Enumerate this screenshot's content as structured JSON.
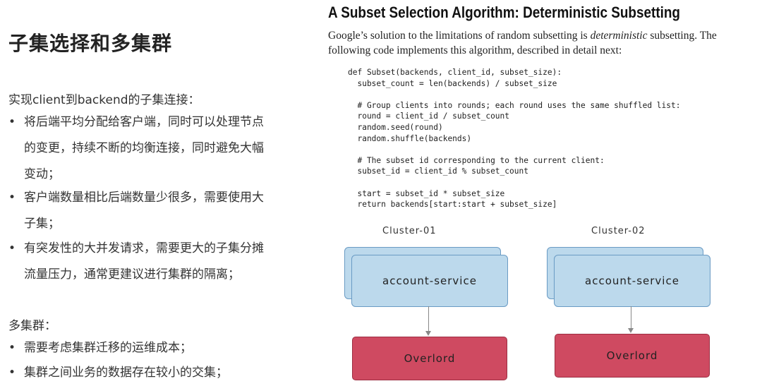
{
  "left": {
    "title": "子集选择和多集群",
    "section1": "实现client到backend的子集连接：",
    "bullets1": [
      [
        "将后端平均分配给客户端，同时可以处理节点",
        "的变更，持续不断的均衡连接，同时避免大幅",
        "变动；"
      ],
      [
        "客户端数量相比后端数量少很多，需要使用大",
        "子集；"
      ],
      [
        "有突发性的大并发请求，需要更大的子集分摊",
        "流量压力，通常更建议进行集群的隔离；"
      ]
    ],
    "section2": "多集群：",
    "bullets2": [
      [
        "需要考虑集群迁移的运维成本；"
      ],
      [
        "集群之间业务的数据存在较小的交集；"
      ]
    ],
    "bullet_char": "•"
  },
  "right": {
    "book_title": "A Subset Selection Algorithm: Deterministic Subsetting",
    "para_before": "Google’s solution to the limitations of random subsetting is ",
    "para_em": "deterministic",
    "para_after": " subsetting. The following code implements this algorithm, described in detail next:",
    "code": "def Subset(backends, client_id, subset_size):\n  subset_count = len(backends) / subset_size\n\n  # Group clients into rounds; each round uses the same shuffled list:\n  round = client_id / subset_count\n  random.seed(round)\n  random.shuffle(backends)\n\n  # The subset id corresponding to the current client:\n  subset_id = client_id % subset_count\n\n  start = subset_id * subset_size\n  return backends[start:start + subset_size]"
  },
  "diagram": {
    "clusters": [
      {
        "label": "Cluster-01",
        "service": "account-service",
        "overlord": "Overlord"
      },
      {
        "label": "Cluster-02",
        "service": "account-service",
        "overlord": "Overlord"
      }
    ],
    "colors": {
      "service_fill": "#bcd9ec",
      "overlord_fill": "#cf4a61"
    }
  }
}
